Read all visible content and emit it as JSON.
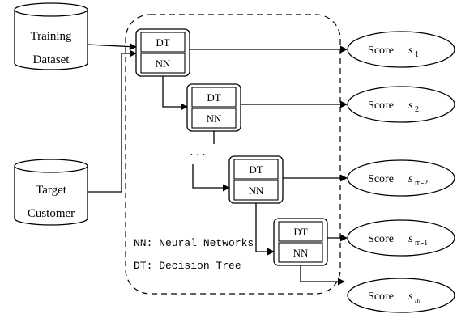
{
  "databases": [
    {
      "line1": "Training",
      "line2": "Dataset"
    },
    {
      "line1": "Target",
      "line2": "Customer"
    }
  ],
  "model_boxes": [
    {
      "top": "DT",
      "bottom": "NN"
    },
    {
      "top": "DT",
      "bottom": "NN"
    },
    {
      "top": "DT",
      "bottom": "NN"
    },
    {
      "top": "DT",
      "bottom": "NN"
    }
  ],
  "ellipsis": "· · ·",
  "scores": [
    {
      "word": "Score",
      "symbol": "s",
      "sub": "1"
    },
    {
      "word": "Score",
      "symbol": "s",
      "sub": "2"
    },
    {
      "word": "Score",
      "symbol": "s",
      "sub": "m-2"
    },
    {
      "word": "Score",
      "symbol": "s",
      "sub": "m-1"
    },
    {
      "word": "Score",
      "symbol": "s",
      "sub": "",
      "italic_symbol": "m"
    }
  ],
  "legend": {
    "nn": "NN: Neural Networks",
    "dt": "DT: Decision Tree"
  }
}
